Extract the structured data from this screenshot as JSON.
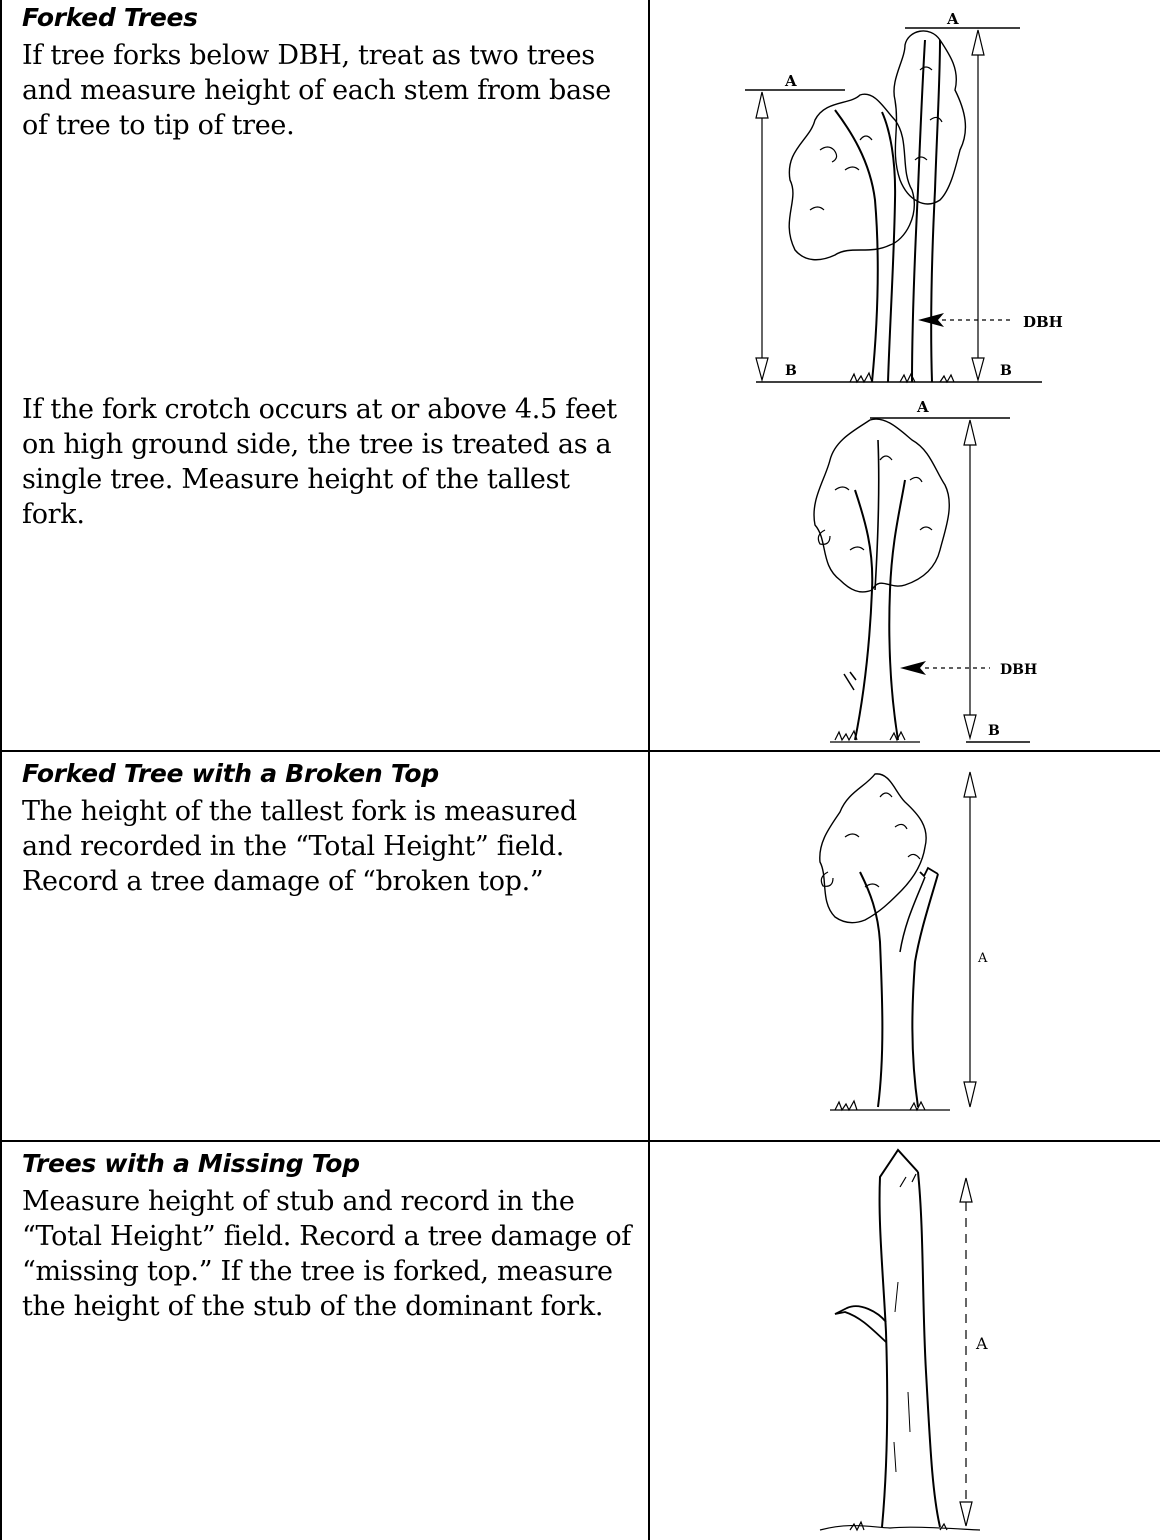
{
  "rows": [
    {
      "heading": "Forked Trees",
      "paragraphs": [
        "If tree forks below DBH, treat as two trees and measure height of each stem from base of tree to tip of tree.",
        "If the fork crotch occurs at or above 4.5 feet on high ground side, the tree is treated as a single tree.  Measure height of the tallest fork."
      ],
      "figures": [
        {
          "labels": {
            "top_left": "A",
            "top_right": "A",
            "bottom_left": "B",
            "bottom_right": "B",
            "dbh": "DBH"
          }
        },
        {
          "labels": {
            "top": "A",
            "bottom": "B",
            "dbh": "DBH"
          }
        }
      ]
    },
    {
      "heading": "Forked Tree with a Broken Top",
      "paragraphs": [
        "The height of the tallest fork is measured and recorded in the “Total Height” field.  Record a tree damage of “broken top.”"
      ],
      "figures": [
        {
          "labels": {
            "height": "A"
          }
        }
      ]
    },
    {
      "heading": "Trees with a Missing Top",
      "paragraphs": [
        "Measure height of stub and record in the “Total Height” field.  Record a tree damage of “missing top.”  If the tree is forked, measure the height of the stub of the dominant fork."
      ],
      "figures": [
        {
          "labels": {
            "height": "A"
          }
        }
      ]
    }
  ]
}
